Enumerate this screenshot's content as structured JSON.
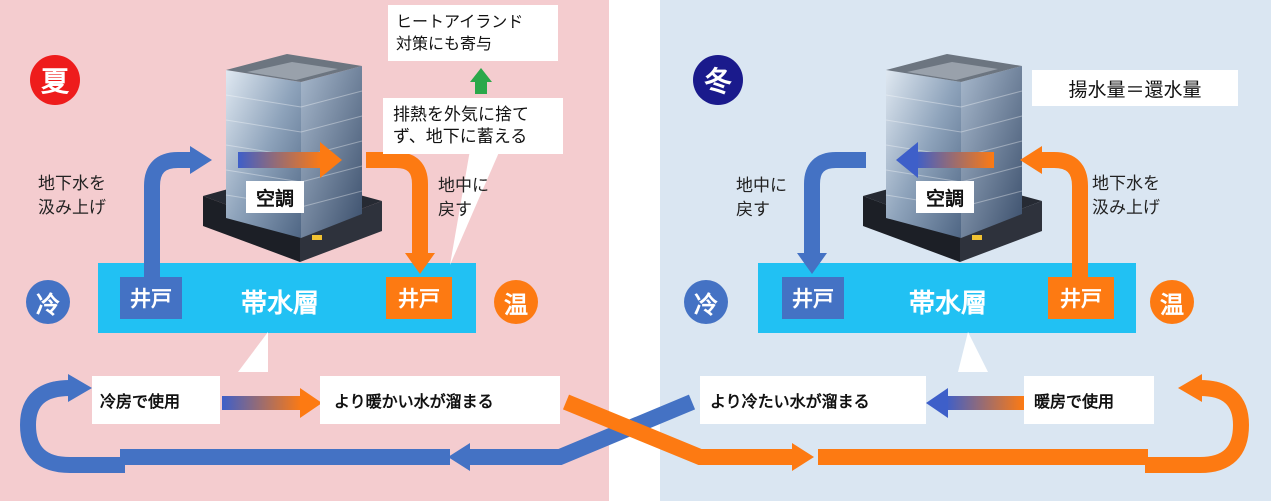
{
  "summer": {
    "season_label": "夏",
    "pump_label": "地下水を\n汲み上げ",
    "return_label": "地中に\n戻す",
    "aircon_label": "空調",
    "aquifer_label": "帯水層",
    "well_cold": "井戸",
    "well_warm": "井戸",
    "cold_label": "冷",
    "warm_label": "温",
    "heat_note": "排熱を外気に捨て\nず、地下に蓄える",
    "heat_island_note": "ヒートアイランド\n対策にも寄与",
    "use_label": "冷房で使用",
    "store_label": "より暖かい水が溜まる"
  },
  "winter": {
    "season_label": "冬",
    "return_label": "地中に\n戻す",
    "pump_label": "地下水を\n汲み上げ",
    "aircon_label": "空調",
    "aquifer_label": "帯水層",
    "well_cold": "井戸",
    "well_warm": "井戸",
    "cold_label": "冷",
    "warm_label": "温",
    "balance_note": "揚水量＝還水量",
    "use_label": "暖房で使用",
    "store_label": "より冷たい水が溜まる"
  },
  "colors": {
    "summer_bg": "#f4cccf",
    "winter_bg": "#dae6f2",
    "aquifer": "#21c1f3",
    "cold_blue": "#4472c4",
    "warm_orange": "#fd7a12",
    "summer_red": "#ee1c1c",
    "winter_navy": "#1a1a8c",
    "note_green": "#2aa84a"
  }
}
